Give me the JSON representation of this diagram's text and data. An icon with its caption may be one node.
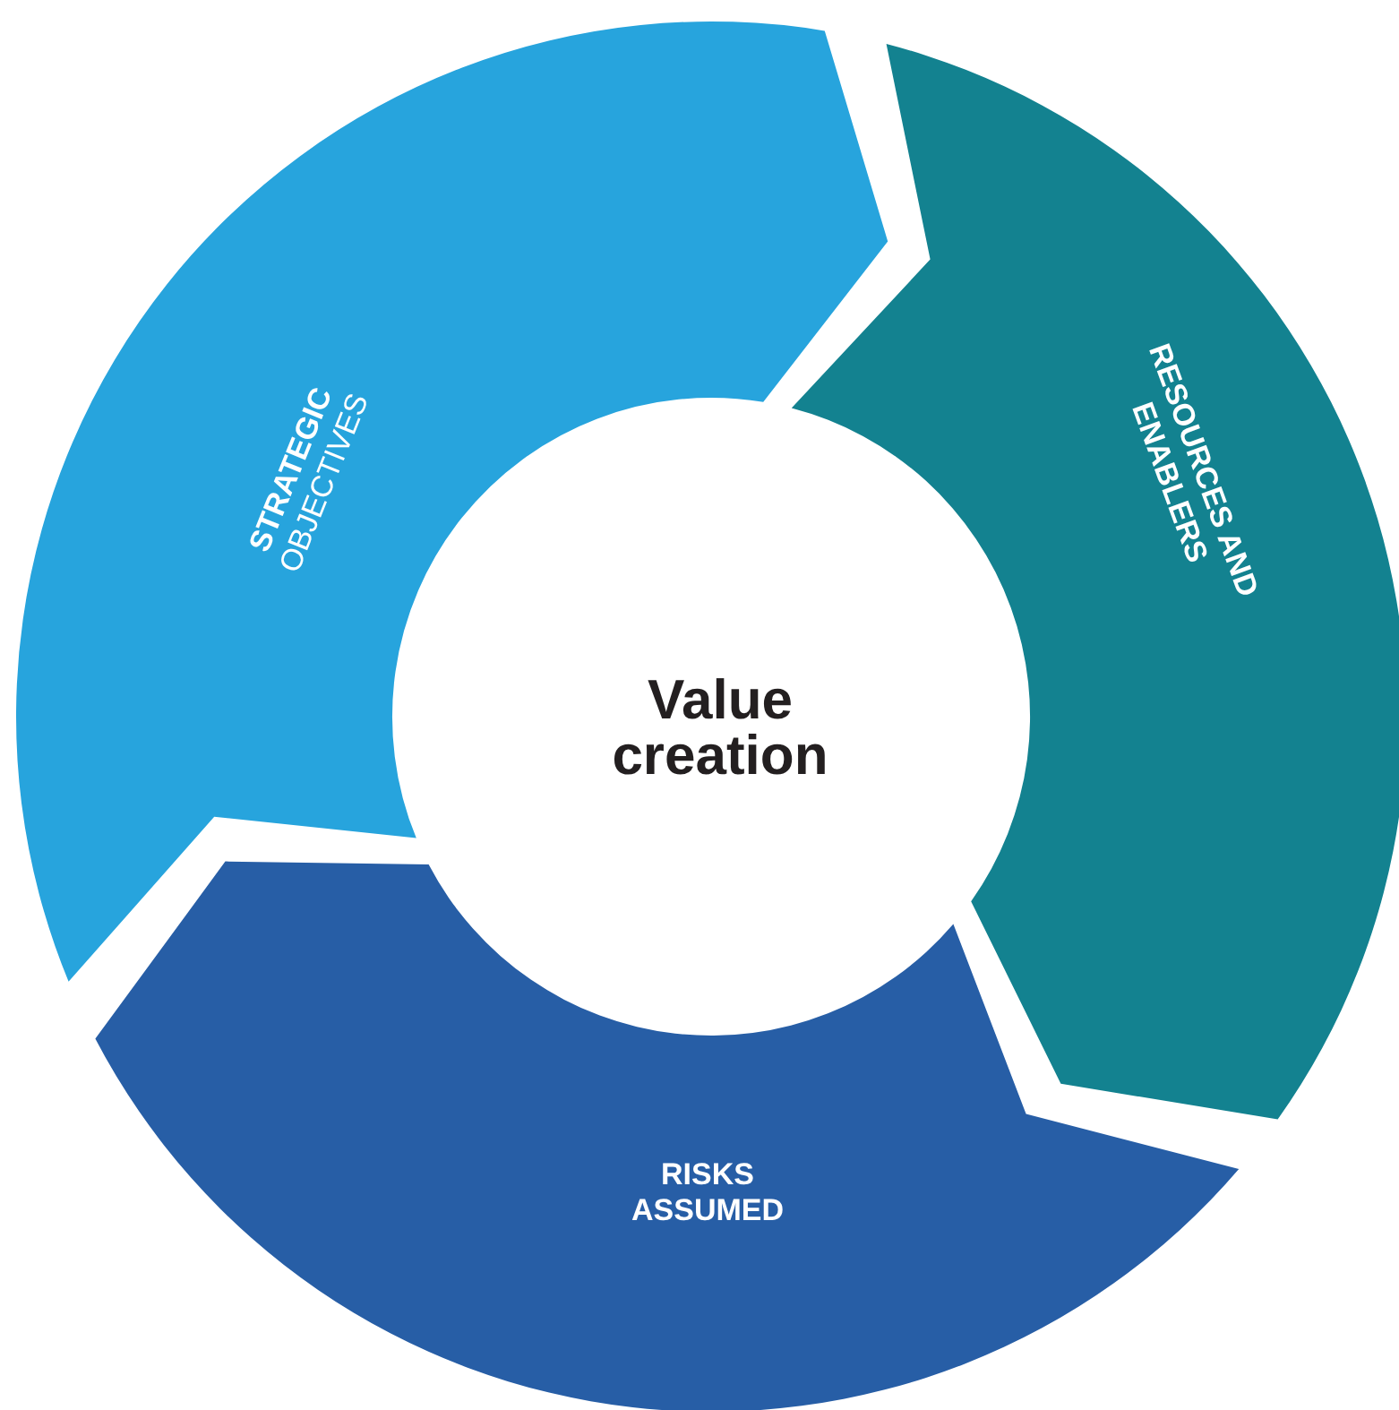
{
  "diagram": {
    "nodes": [
      {
        "text": [
          "STRATEGIC",
          "OBJECTIVES"
        ]
      },
      {
        "text": [
          "RESOURCES AND ENABLERS"
        ]
      },
      {
        "text": [
          "RISKS ASSUMED"
        ]
      },
      {
        "text": [
          "Value creation"
        ]
      }
    ]
  }
}
